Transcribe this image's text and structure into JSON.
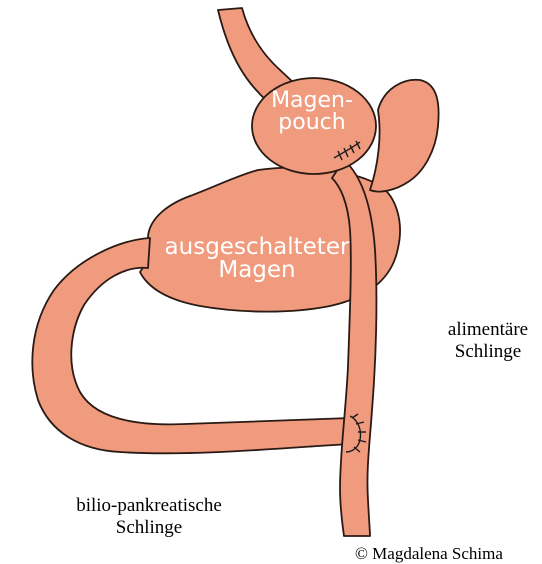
{
  "colors": {
    "tissue": "#F09A7E",
    "outline": "#2A1A14",
    "stitch": "#1A1A1A",
    "label_on_tissue": "#FFFFFF",
    "label_text": "#000000",
    "background": "#FFFFFF"
  },
  "labels": {
    "pouch": "Magen-\npouch",
    "stomach": "ausgeschalteter\nMagen",
    "alimentary_limb": "alimentäre\nSchlinge",
    "biliary_limb": "bilio-pankreatische\nSchlinge",
    "copyright": "© Magdalena Schima"
  }
}
